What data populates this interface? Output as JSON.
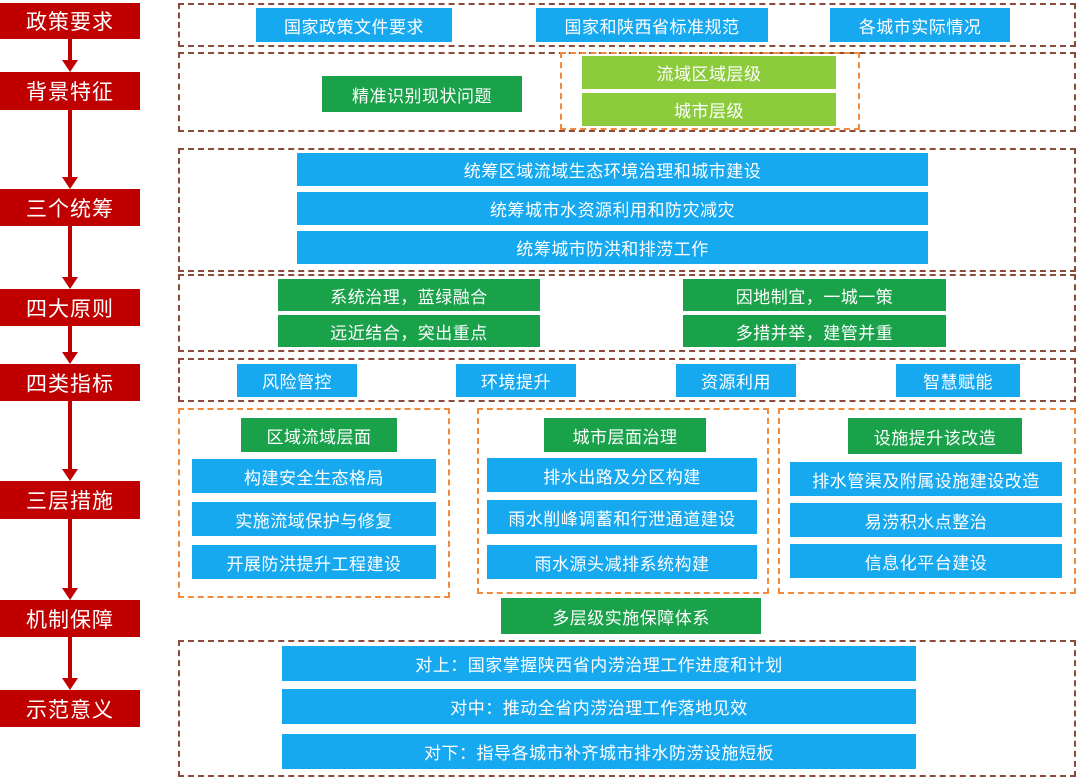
{
  "stages": [
    "政策要求",
    "背景特征",
    "三个统筹",
    "四大原则",
    "四类指标",
    "三层措施",
    "机制保障",
    "示范意义"
  ],
  "policy": [
    "国家政策文件要求",
    "国家和陕西省标准规范",
    "各城市实际情况"
  ],
  "background": {
    "identify": "精准识别现状问题",
    "levels": [
      "流域区域层级",
      "城市层级"
    ]
  },
  "coordination": [
    "统筹区域流域生态环境治理和城市建设",
    "统筹城市水资源利用和防灾减灾",
    "统筹城市防洪和排涝工作"
  ],
  "principles": [
    "系统治理，蓝绿融合",
    "远近结合，突出重点",
    "因地制宜，一城一策",
    "多措并举，建管并重"
  ],
  "indicators": [
    "风险管控",
    "环境提升",
    "资源利用",
    "智慧赋能"
  ],
  "measures": {
    "regional": {
      "title": "区域流域层面",
      "items": [
        "构建安全生态格局",
        "实施流域保护与修复",
        "开展防洪提升工程建设"
      ]
    },
    "city": {
      "title": "城市层面治理",
      "items": [
        "排水出路及分区构建",
        "雨水削峰调蓄和行泄通道建设",
        "雨水源头减排系统构建"
      ]
    },
    "facility": {
      "title": "设施提升该改造",
      "items": [
        "排水管渠及附属设施建设改造",
        "易涝积水点整治",
        "信息化平台建设"
      ]
    }
  },
  "mechanism": "多层级实施保障体系",
  "significance": [
    "对上：国家掌握陕西省内涝治理工作进度和计划",
    "对中：推动全省内涝治理工作落地见效",
    "对下：指导各城市补齐城市排水防涝设施短板"
  ]
}
